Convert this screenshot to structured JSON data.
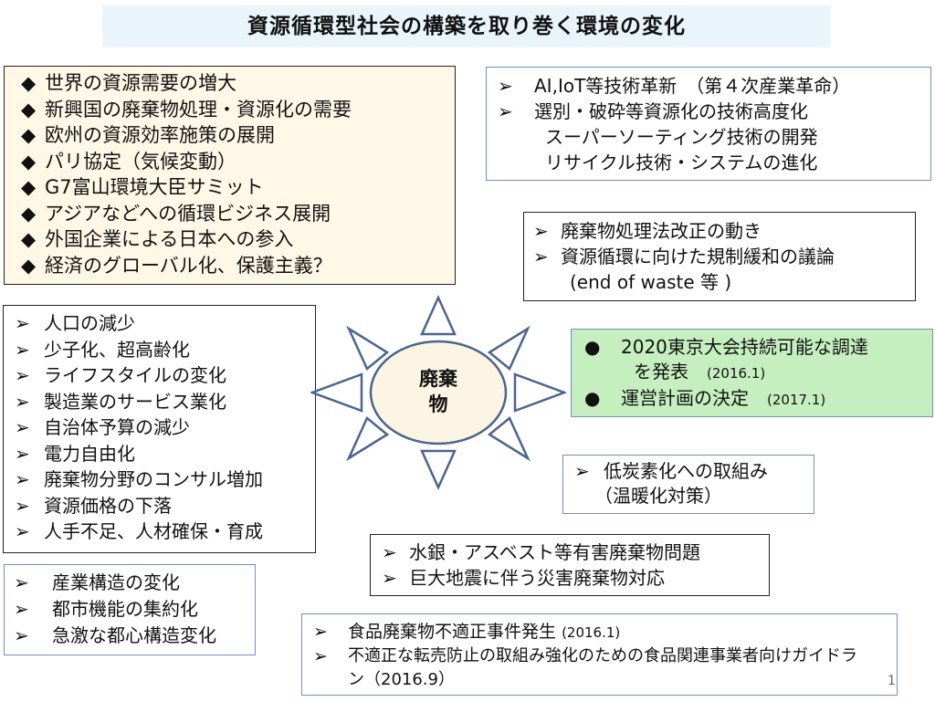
{
  "title": "資源循環型社会の構築を取り巻く環境の変化",
  "center": {
    "line1": "廃棄",
    "line2": "物"
  },
  "markers": {
    "diamond": "◆",
    "arrow": "➢",
    "bullet": "●"
  },
  "box_top_left": {
    "items": [
      "世界の資源需要の増大",
      "新興国の廃棄物処理・資源化の需要",
      "欧州の資源効率施策の展開",
      "パリ協定（気候変動）",
      "G7富山環境大臣サミット",
      "アジアなどへの循環ビジネス展開",
      "外国企業による日本への参入",
      "経済のグローバル化、保護主義？"
    ]
  },
  "box_top_right": {
    "items": [
      "AI,IoT等技術革新　（第４次産業革命）",
      "選別・破砕等資源化の技術高度化"
    ],
    "sub": [
      "スーパーソーティング技術の開発",
      "リサイクル技術・システムの進化"
    ]
  },
  "box_right_law": {
    "items": [
      "廃棄物処理法改正の動き",
      "資源循環に向けた規制緩和の議論"
    ],
    "sub": "(end of waste 等 )"
  },
  "box_middle_left": {
    "items": [
      "人口の減少",
      "少子化、超高齢化",
      "ライフスタイルの変化",
      "製造業のサービス業化",
      "自治体予算の減少",
      "電力自由化",
      "廃棄物分野のコンサル増加",
      "資源価格の下落",
      "人手不足、人材確保・育成"
    ]
  },
  "box_green": {
    "item1": "2020東京大会持続可能な調達",
    "item1_cont": "を発表",
    "item1_date": "(2016.1)",
    "item2": "運営計画の決定",
    "item2_date": "(2017.1)"
  },
  "box_carbon": {
    "item": "低炭素化への取組み",
    "sub": "（温暖化対策）"
  },
  "box_mercury": {
    "items": [
      "水銀・アスベスト等有害廃棄物問題",
      "巨大地震に伴う災害廃棄物対応"
    ]
  },
  "box_bottom_left": {
    "items": [
      "産業構造の変化",
      "都市機能の集約化",
      "急激な都心構造変化"
    ]
  },
  "box_food": {
    "item1": "食品廃棄物不適正事件発生",
    "item1_date": "(2016.1)",
    "item2": "不適正な転売防止の取組み強化のための食品関連事業者向けガイドラン（2016.9）"
  },
  "page_number": "1",
  "colors": {
    "sun_stroke": "#4a6591",
    "center_fill": "#fdf5e3",
    "green_box": "#c6efc0",
    "title_bg": "#e9f5fb"
  }
}
